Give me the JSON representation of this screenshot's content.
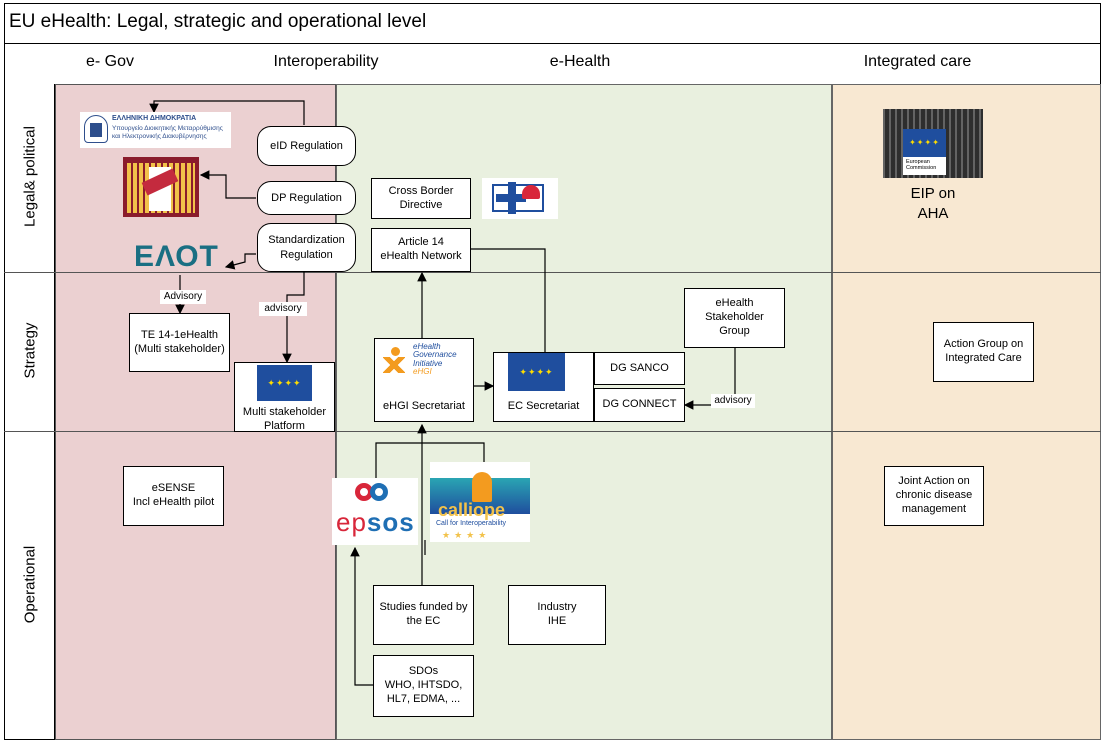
{
  "title": "EU eHealth:   Legal, strategic and operational level",
  "columns": [
    "e- Gov",
    "Interoperability",
    "e-Health",
    "Integrated care"
  ],
  "rows": [
    "Legal& political",
    "Strategy",
    "Operational"
  ],
  "colors": {
    "egov_zone": "#ebd0d1",
    "ehealth_zone": "#e9f0df",
    "integrated_zone": "#f8e8d2",
    "eu_blue": "#1f4e9e",
    "eu_gold": "#ffdd00",
    "elot_teal": "#1a6f83"
  },
  "nodes": {
    "eid_regulation": "eID Regulation",
    "dp_regulation": "DP  Regulation",
    "standardization_regulation": "Standardization\nRegulation",
    "cross_border_directive": "Cross Border\nDirective",
    "article14": "Article 14\neHealth Network",
    "eip_aha": "EIP on\nAHA",
    "te14": "TE 14-1eHealth\n(Multi stakeholder)",
    "multi_stakeholder_platform": "Multi stakeholder\nPlatform",
    "ehgi_secretariat": "eHGI Secretariat",
    "ec_secretariat": "EC Secretariat",
    "dg_sanco": "DG SANCO",
    "dg_connect": "DG CONNECT",
    "ehealth_stakeholder_group": "eHealth\nStakeholder\nGroup",
    "action_group": "Action Group on\nIntegrated Care",
    "esense": "eSENSE\nIncl eHealth pilot",
    "studies": "Studies funded by\nthe EC",
    "industry": "Industry\nIHE",
    "sdos": "SDOs\nWHO, IHTSDO,\nHL7, EDMA, ...",
    "joint_action": "Joint Action on\nchronic disease\nmanagement"
  },
  "edge_labels": {
    "advisory_elot": "Advisory",
    "advisory_std": "advisory",
    "advisory_stakeholder": "advisory"
  },
  "logos": {
    "greek_ministry_title": "ΕΛΛΗΝΙΚΗ ΔΗΜΟΚΡΑΤΙΑ",
    "greek_ministry_sub": "Υπουργείο Διοικητικής Μεταρρύθμισης\nκαι Ηλεκτρονικής Διακυβέρνησης",
    "elot": "ΕΛΟΤ",
    "ehgi_line1": "eHealth",
    "ehgi_line2": "Governance",
    "ehgi_line3": "Initiative",
    "ehgi_line4": "eHGI",
    "eu_commission": "European\nCommission",
    "epsos_a": "ep",
    "epsos_b": "sos",
    "calliope": "calliope",
    "calliope_sub": "Call for Interoperability"
  }
}
